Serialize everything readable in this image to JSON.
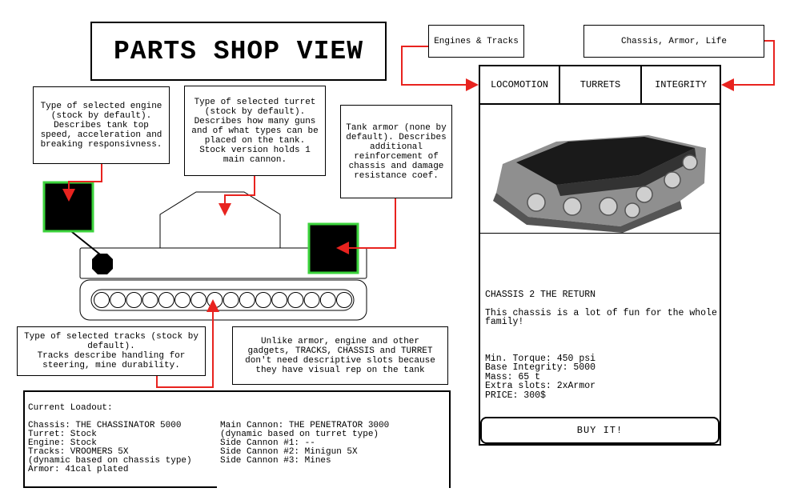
{
  "title": "PARTS SHOP VIEW",
  "notes": {
    "engine": "Type of selected engine (stock by default). Describes tank top speed, acceleration and breaking responsivness.",
    "turret": "Type of selected turret (stock by default). Describes how many guns and of what types can be placed on the tank. Stock version holds 1 main cannon.",
    "armor": "Tank armor (none by default). Describes additional reinforcement of chassis and damage resistance coef.",
    "tracks": "Type of selected tracks (stock by default).\nTracks describe handling for steering, mine durability.",
    "slots": "Unlike armor, engine and other gadgets, TRACKS, CHASSIS and TURRET don't need descriptive slots because they have visual rep on the tank",
    "engines_tracks": "Engines & Tracks",
    "chassis_armor_life": "Chassis, Armor, Life"
  },
  "shop": {
    "tabs": [
      "LOCOMOTION",
      "TURRETS",
      "INTEGRITY"
    ],
    "product": {
      "name": "CHASSIS 2 THE RETURN",
      "description": "This chassis is a lot of fun for the whole family!",
      "stats": "Min. Torque: 450 psi\nBase Integrity: 5000\nMass: 65 t\nExtra slots: 2xArmor\nPRICE: 300$"
    },
    "buy_label": "BUY IT!"
  },
  "loadout": {
    "heading": "Current Loadout:",
    "left": "Chassis: THE CHASSINATOR 5000\nTurret: Stock\nEngine: Stock\nTracks: VROOMERS 5X\n(dynamic based on chassis type)\nArmor: 41cal plated",
    "right": "Main Cannon: THE PENETRATOR 3000\n(dynamic based on turret type)\nSide Cannon #1: --\nSide Cannon #2: Minigun 5X\nSide Cannon #3: Mines"
  },
  "colors": {
    "arrow": "#e8231f",
    "slot_border": "#3cd33c",
    "slot_fill": "#000000"
  }
}
